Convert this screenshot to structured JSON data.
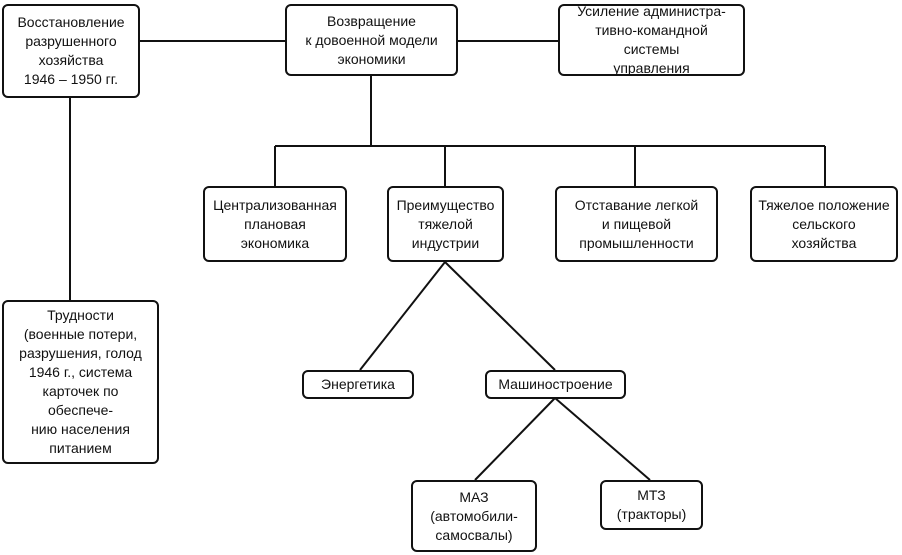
{
  "nodes": {
    "recovery": "Восстановление\nразрушенного\nхозяйства\n1946 – 1950 гг.",
    "return_model": "Возвращение\nк довоенной модели\nэкономики",
    "admin_system": "Усиление администра-\nтивно-командной системы\nуправления",
    "centralized": "Централизованная\nплановая\nэкономика",
    "heavy_industry": "Преимущество\nтяжелой\nиндустрии",
    "light_industry": "Отставание легкой\nи пищевой\nпромышленности",
    "agriculture": "Тяжелое положение\nсельского\nхозяйства",
    "difficulties": "Трудности\n(военные потери,\nразрушения, голод\n1946 г., система\nкарточек по обеспече-\nнию населения\nпитанием",
    "energy": "Энергетика",
    "machinery": "Машиностроение",
    "maz": "МАЗ\n(автомобили-\nсамосвалы)",
    "mtz": "МТЗ\n(тракторы)"
  }
}
